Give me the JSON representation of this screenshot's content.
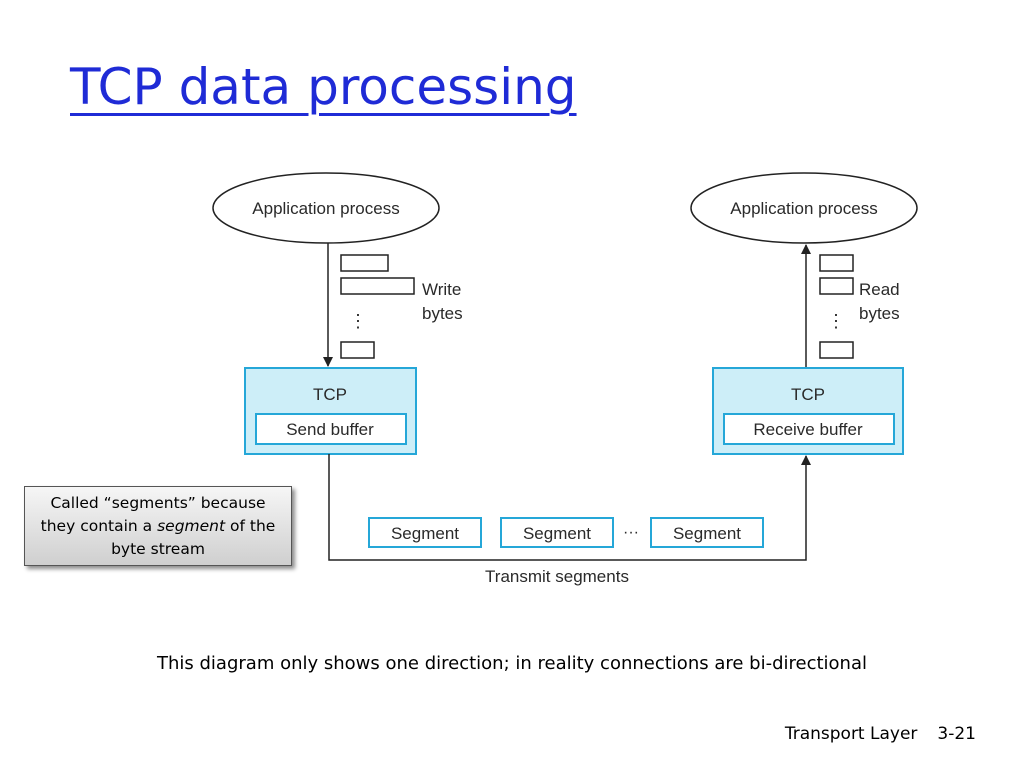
{
  "slide": {
    "title": "TCP data processing",
    "note": "This diagram only shows one direction; in reality connections are bi-directional",
    "footer": {
      "section": "Transport Layer",
      "page": "3-21"
    }
  },
  "diagram": {
    "left": {
      "process": "Application process",
      "action_line1": "Write",
      "action_line2": "bytes",
      "box_title": "TCP",
      "buffer": "Send buffer"
    },
    "right": {
      "process": "Application process",
      "action_line1": "Read",
      "action_line2": "bytes",
      "box_title": "TCP",
      "buffer": "Receive buffer"
    },
    "segments": [
      "Segment",
      "Segment",
      "Segment"
    ],
    "ellipsis": "···",
    "vertical_ellipsis": "⋮",
    "transmit_label": "Transmit segments"
  },
  "callout": {
    "text_before": "Called “segments” because they contain a ",
    "text_emphasis": "segment",
    "text_after": " of the byte stream"
  },
  "colors": {
    "title": "#1f2bd6",
    "tcp_box_fill": "#cdeef8",
    "tcp_box_border": "#25a7d8"
  }
}
